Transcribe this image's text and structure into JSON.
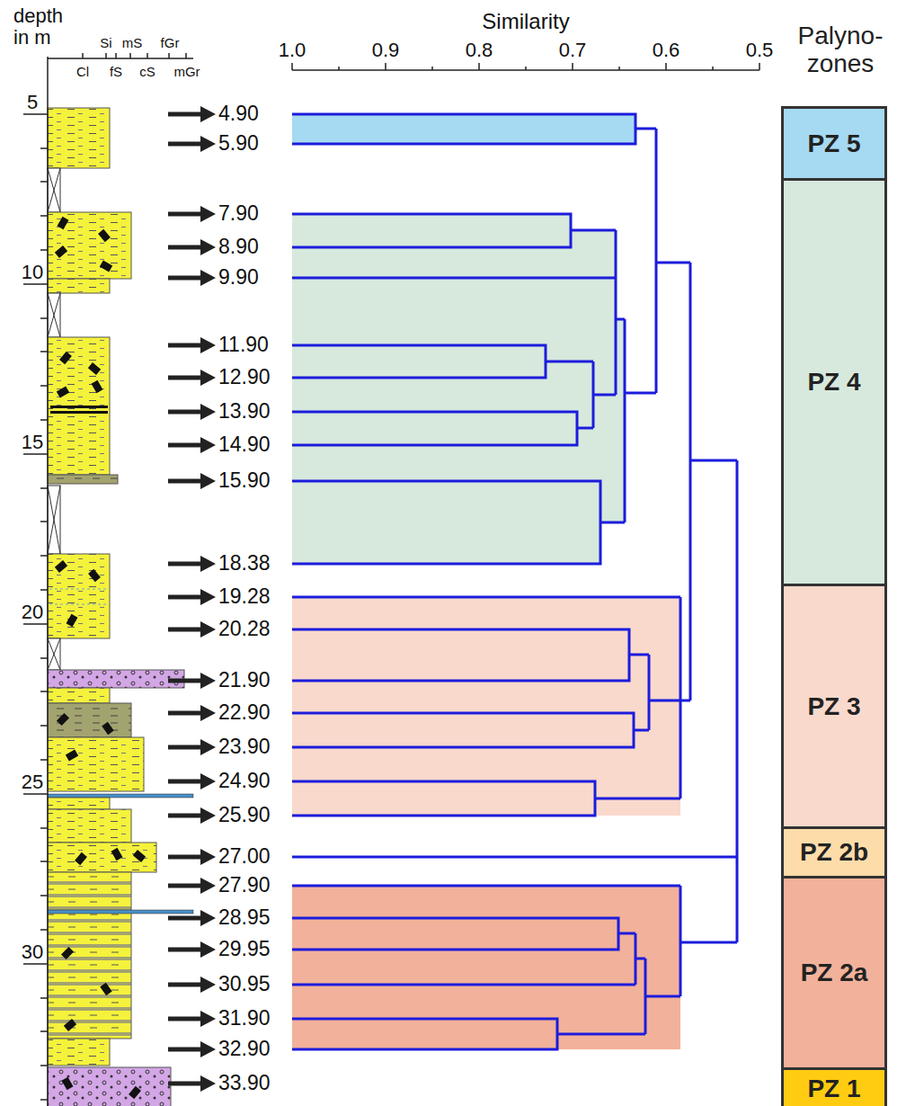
{
  "diagram": {
    "nodes": [
      {
        "text": [
          "PZ 5"
        ]
      },
      {
        "text": [
          "PZ 4"
        ]
      },
      {
        "text": [
          "PZ 3"
        ]
      },
      {
        "text": [
          "PZ 2b"
        ]
      },
      {
        "text": [
          "PZ 2a"
        ]
      },
      {
        "text": [
          "PZ 1"
        ]
      }
    ],
    "labels": [
      "depth in m",
      "Si",
      "mS",
      "fGr",
      "Cl",
      "fS",
      "cS",
      "mGr",
      "5",
      "10",
      "15",
      "20",
      "25",
      "30",
      "Similarity",
      "1.0",
      "0.9",
      "0.8",
      "0.7",
      "0.6",
      "0.5",
      "Palyno- zones",
      "4.90",
      "5.90",
      "7.90",
      "8.90",
      "9.90",
      "11.90",
      "12.90",
      "13.90",
      "14.90",
      "15.90",
      "18.38",
      "19.28",
      "20.28",
      "21.90",
      "22.90",
      "23.90",
      "24.90",
      "25.90",
      "27.00",
      "27.90",
      "28.95",
      "29.95",
      "30.95",
      "31.90",
      "32.90",
      "33.90"
    ]
  }
}
